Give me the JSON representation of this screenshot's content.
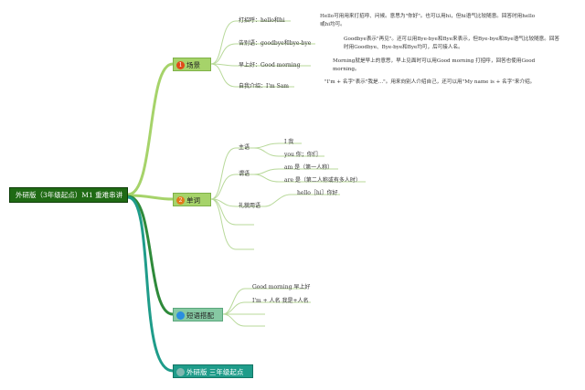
{
  "root": {
    "label": "外研版（3年级起点）M1 重难串讲"
  },
  "branches": [
    {
      "badge": "1",
      "badge_color": "#e04a1a",
      "label": "场景",
      "items": [
        {
          "label": "打招呼：hello和hi",
          "desc": "Hello可用用来打招呼、问候。意思为\"你好\"。也可以用hi，但hi语气比较随意。回答时用hello或hi均可。"
        },
        {
          "label": "告别语：goodbye和bye-bye",
          "desc": "Goodbye表示\"再见\"。还可以用Bye-bye和Bye来表示，但Bye-bye和Bye语气比较随意。回答时用Goodbye、Bye-bye和Bye均可，后可接人名。"
        },
        {
          "label": "早上好：Good morning",
          "desc": "Morning就是早上的意思，早上见面时可以用Good morning 打招呼，回答也使用Good morning。"
        },
        {
          "label": "自我介绍：I'm Sam",
          "desc": "\"I'm + 名字\"表示\"我是…\"。用来向别人介绍自己，还可以用\"My name is + 名字\"来介绍。"
        }
      ]
    },
    {
      "badge": "2",
      "badge_color": "#e07a1a",
      "label": "单词",
      "groups": [
        {
          "label": "主语",
          "items": [
            "I 我",
            "you 你；你们"
          ]
        },
        {
          "label": "谓语",
          "items": [
            "am 是（第一人称）",
            "are 是（第二人称或有多人时）"
          ]
        },
        {
          "label": "礼貌用语",
          "items": [
            "hello［hi］你好"
          ]
        }
      ]
    },
    {
      "badge": "",
      "badge_color": "#2a8ee0",
      "label": "短语搭配",
      "items": [
        "Good morning 早上好",
        "I'm + 人名 我是+人名"
      ]
    },
    {
      "badge": "",
      "badge_color": "#6aa",
      "label": "外研版 三年级起点",
      "items": []
    }
  ],
  "colors": {
    "root_bg": "#1f6a14",
    "branch1_line": "#a6d36a",
    "branch3_line": "#2e8a3a",
    "branch4_line": "#1f9c8a",
    "sub_line": "#b8d99a"
  }
}
